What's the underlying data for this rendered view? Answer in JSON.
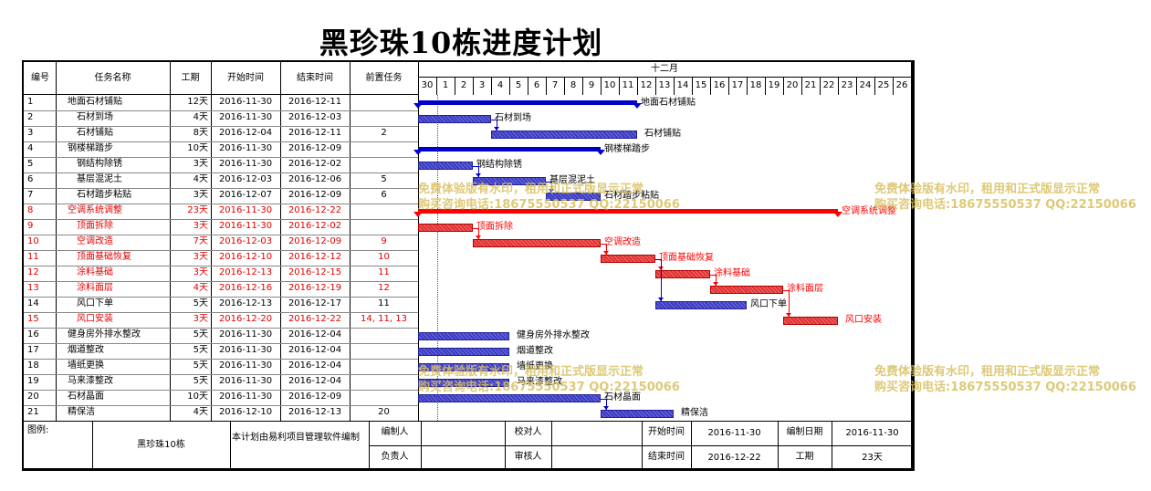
{
  "title": "黑珍珠10栋进度计划",
  "columns": [
    "编号",
    "任务名称",
    "工期",
    "开始时间",
    "结束时间",
    "前置任务"
  ],
  "month": "十二月",
  "days": [
    "30",
    "1",
    "2",
    "3",
    "4",
    "5",
    "6",
    "7",
    "8",
    "9",
    "10",
    "11",
    "12",
    "13",
    "14",
    "15",
    "16",
    "17",
    "18",
    "19",
    "20",
    "21",
    "22",
    "23",
    "24",
    "25",
    "26"
  ],
  "rows": [
    {
      "id": "1",
      "name": "地面石材铺贴",
      "dur": "12天",
      "start": "2016-11-30",
      "end": "2016-12-11",
      "pred": "",
      "red": false,
      "indent": 0,
      "summary": true,
      "s": 0,
      "e": 12
    },
    {
      "id": "2",
      "name": "石材到场",
      "dur": "4天",
      "start": "2016-11-30",
      "end": "2016-12-03",
      "pred": "",
      "red": false,
      "indent": 1,
      "summary": false,
      "s": 0,
      "e": 4
    },
    {
      "id": "3",
      "name": "石材铺贴",
      "dur": "8天",
      "start": "2016-12-04",
      "end": "2016-12-11",
      "pred": "2",
      "red": false,
      "indent": 1,
      "summary": false,
      "s": 4,
      "e": 12
    },
    {
      "id": "4",
      "name": "钢楼梯踏步",
      "dur": "10天",
      "start": "2016-11-30",
      "end": "2016-12-09",
      "pred": "",
      "red": false,
      "indent": 0,
      "summary": true,
      "s": 0,
      "e": 10
    },
    {
      "id": "5",
      "name": "钢结构除锈",
      "dur": "3天",
      "start": "2016-11-30",
      "end": "2016-12-02",
      "pred": "",
      "red": false,
      "indent": 1,
      "summary": false,
      "s": 0,
      "e": 3
    },
    {
      "id": "6",
      "name": "基层混泥土",
      "dur": "4天",
      "start": "2016-12-03",
      "end": "2016-12-06",
      "pred": "5",
      "red": false,
      "indent": 1,
      "summary": false,
      "s": 3,
      "e": 7
    },
    {
      "id": "7",
      "name": "石材踏步粘贴",
      "dur": "3天",
      "start": "2016-12-07",
      "end": "2016-12-09",
      "pred": "6",
      "red": false,
      "indent": 1,
      "summary": false,
      "s": 7,
      "e": 10
    },
    {
      "id": "8",
      "name": "空调系统调整",
      "dur": "23天",
      "start": "2016-11-30",
      "end": "2016-12-22",
      "pred": "",
      "red": true,
      "indent": 0,
      "summary": true,
      "s": 0,
      "e": 23
    },
    {
      "id": "9",
      "name": "顶面拆除",
      "dur": "3天",
      "start": "2016-11-30",
      "end": "2016-12-02",
      "pred": "",
      "red": true,
      "indent": 1,
      "summary": false,
      "s": 0,
      "e": 3
    },
    {
      "id": "10",
      "name": "空调改造",
      "dur": "7天",
      "start": "2016-12-03",
      "end": "2016-12-09",
      "pred": "9",
      "red": true,
      "indent": 1,
      "summary": false,
      "s": 3,
      "e": 10
    },
    {
      "id": "11",
      "name": "顶面基础恢复",
      "dur": "3天",
      "start": "2016-12-10",
      "end": "2016-12-12",
      "pred": "10",
      "red": true,
      "indent": 1,
      "summary": false,
      "s": 10,
      "e": 13
    },
    {
      "id": "12",
      "name": "涂料基础",
      "dur": "3天",
      "start": "2016-12-13",
      "end": "2016-12-15",
      "pred": "11",
      "red": true,
      "indent": 1,
      "summary": false,
      "s": 13,
      "e": 16
    },
    {
      "id": "13",
      "name": "涂料面层",
      "dur": "4天",
      "start": "2016-12-16",
      "end": "2016-12-19",
      "pred": "12",
      "red": true,
      "indent": 1,
      "summary": false,
      "s": 16,
      "e": 20
    },
    {
      "id": "14",
      "name": "风口下单",
      "dur": "5天",
      "start": "2016-12-13",
      "end": "2016-12-17",
      "pred": "11",
      "red": false,
      "indent": 1,
      "summary": false,
      "s": 13,
      "e": 18
    },
    {
      "id": "15",
      "name": "风口安装",
      "dur": "3天",
      "start": "2016-12-20",
      "end": "2016-12-22",
      "pred": "14, 11, 13",
      "red": true,
      "indent": 1,
      "summary": false,
      "s": 20,
      "e": 23
    },
    {
      "id": "16",
      "name": "健身房外排水整改",
      "dur": "5天",
      "start": "2016-11-30",
      "end": "2016-12-04",
      "pred": "",
      "red": false,
      "indent": 0,
      "summary": false,
      "s": 0,
      "e": 5
    },
    {
      "id": "17",
      "name": "烟道整改",
      "dur": "5天",
      "start": "2016-11-30",
      "end": "2016-12-04",
      "pred": "",
      "red": false,
      "indent": 0,
      "summary": false,
      "s": 0,
      "e": 5
    },
    {
      "id": "18",
      "name": "墙纸更换",
      "dur": "5天",
      "start": "2016-11-30",
      "end": "2016-12-04",
      "pred": "",
      "red": false,
      "indent": 0,
      "summary": false,
      "s": 0,
      "e": 5
    },
    {
      "id": "19",
      "name": "马来漆整改",
      "dur": "5天",
      "start": "2016-11-30",
      "end": "2016-12-04",
      "pred": "",
      "red": false,
      "indent": 0,
      "summary": false,
      "s": 0,
      "e": 5
    },
    {
      "id": "20",
      "name": "石材晶面",
      "dur": "10天",
      "start": "2016-11-30",
      "end": "2016-12-09",
      "pred": "",
      "red": false,
      "indent": 0,
      "summary": false,
      "s": 0,
      "e": 10
    },
    {
      "id": "21",
      "name": "精保洁",
      "dur": "4天",
      "start": "2016-12-10",
      "end": "2016-12-13",
      "pred": "20",
      "red": false,
      "indent": 0,
      "summary": false,
      "s": 10,
      "e": 14
    }
  ],
  "links": [
    {
      "from": "2",
      "to": "3"
    },
    {
      "from": "5",
      "to": "6"
    },
    {
      "from": "6",
      "to": "7"
    },
    {
      "from": "9",
      "to": "10"
    },
    {
      "from": "10",
      "to": "11"
    },
    {
      "from": "11",
      "to": "12"
    },
    {
      "from": "12",
      "to": "13"
    },
    {
      "from": "11",
      "to": "14"
    },
    {
      "from": "13",
      "to": "15"
    },
    {
      "from": "20",
      "to": "21"
    }
  ],
  "footer": {
    "legend_label": "图例:",
    "project": "黑珍珠10栋",
    "note": "本计划由易利项目管理软件编制",
    "compiler_label": "编制人",
    "checker_label": "校对人",
    "start_label": "开始时间",
    "start_value": "2016-11-30",
    "date_label": "编制日期",
    "date_value": "2016-11-30",
    "owner_label": "负责人",
    "reviewer_label": "审核人",
    "end_label": "结束时间",
    "end_value": "2016-12-22",
    "dur_label": "工期",
    "dur_value": "23天"
  },
  "watermark": {
    "line1": "免费体验版有水印，租用和正式版显示正常",
    "line2": "购买咨询电话:18675550537 QQ:22150066"
  },
  "colors": {
    "blue": "#0000cc",
    "red": "#ff0000",
    "task_red": "#e00000",
    "watermark": "#d8c060"
  }
}
